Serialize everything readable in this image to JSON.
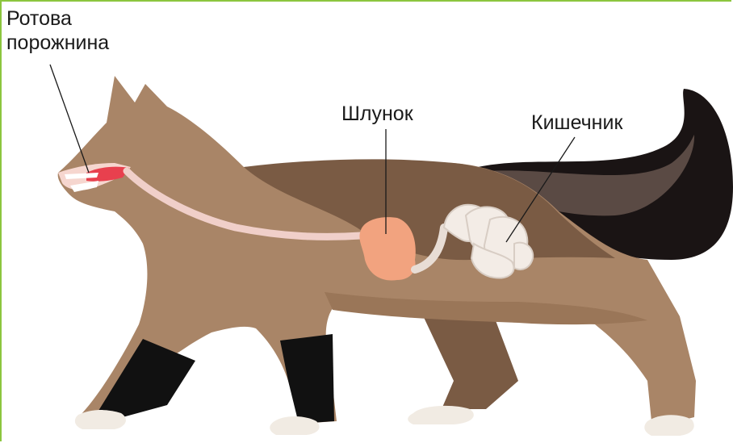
{
  "labels": {
    "mouth_line1": "Ротова",
    "mouth_line2": "порожнина",
    "stomach": "Шлунок",
    "intestine": "Кишечник"
  },
  "colors": {
    "frame_border": "#8cc63f",
    "body": "#a98567",
    "back_dark": "#7a5b44",
    "tail": "#1a1414",
    "tail_highlight": "#5a4a44",
    "legs_black": "#111111",
    "paws": "#f1ebe3",
    "esophagus": "#f0cfc9",
    "stomach": "#f2a37f",
    "intestine": "#f3ece6",
    "mouth": "#e8404e"
  }
}
